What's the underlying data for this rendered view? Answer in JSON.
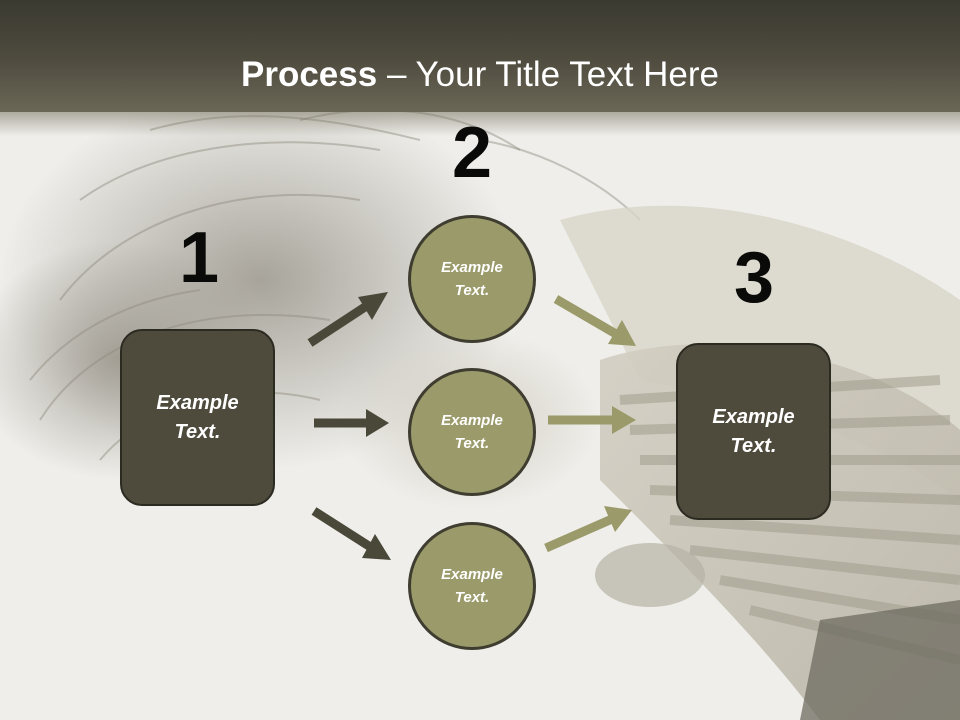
{
  "slide": {
    "title_bold": "Process",
    "title_rest": " – Your Title Text Here"
  },
  "steps": {
    "one": {
      "number": "1",
      "label": "Example Text."
    },
    "two": {
      "number": "2",
      "items": [
        "Example Text.",
        "Example Text.",
        "Example Text."
      ]
    },
    "three": {
      "number": "3",
      "label": "Example Text."
    }
  },
  "colors": {
    "header": "#4d4a3e",
    "box": "#4e4b3d",
    "circle": "#9a9a6a",
    "arrow_dark": "#4a4838",
    "arrow_light": "#9a9a6a"
  }
}
